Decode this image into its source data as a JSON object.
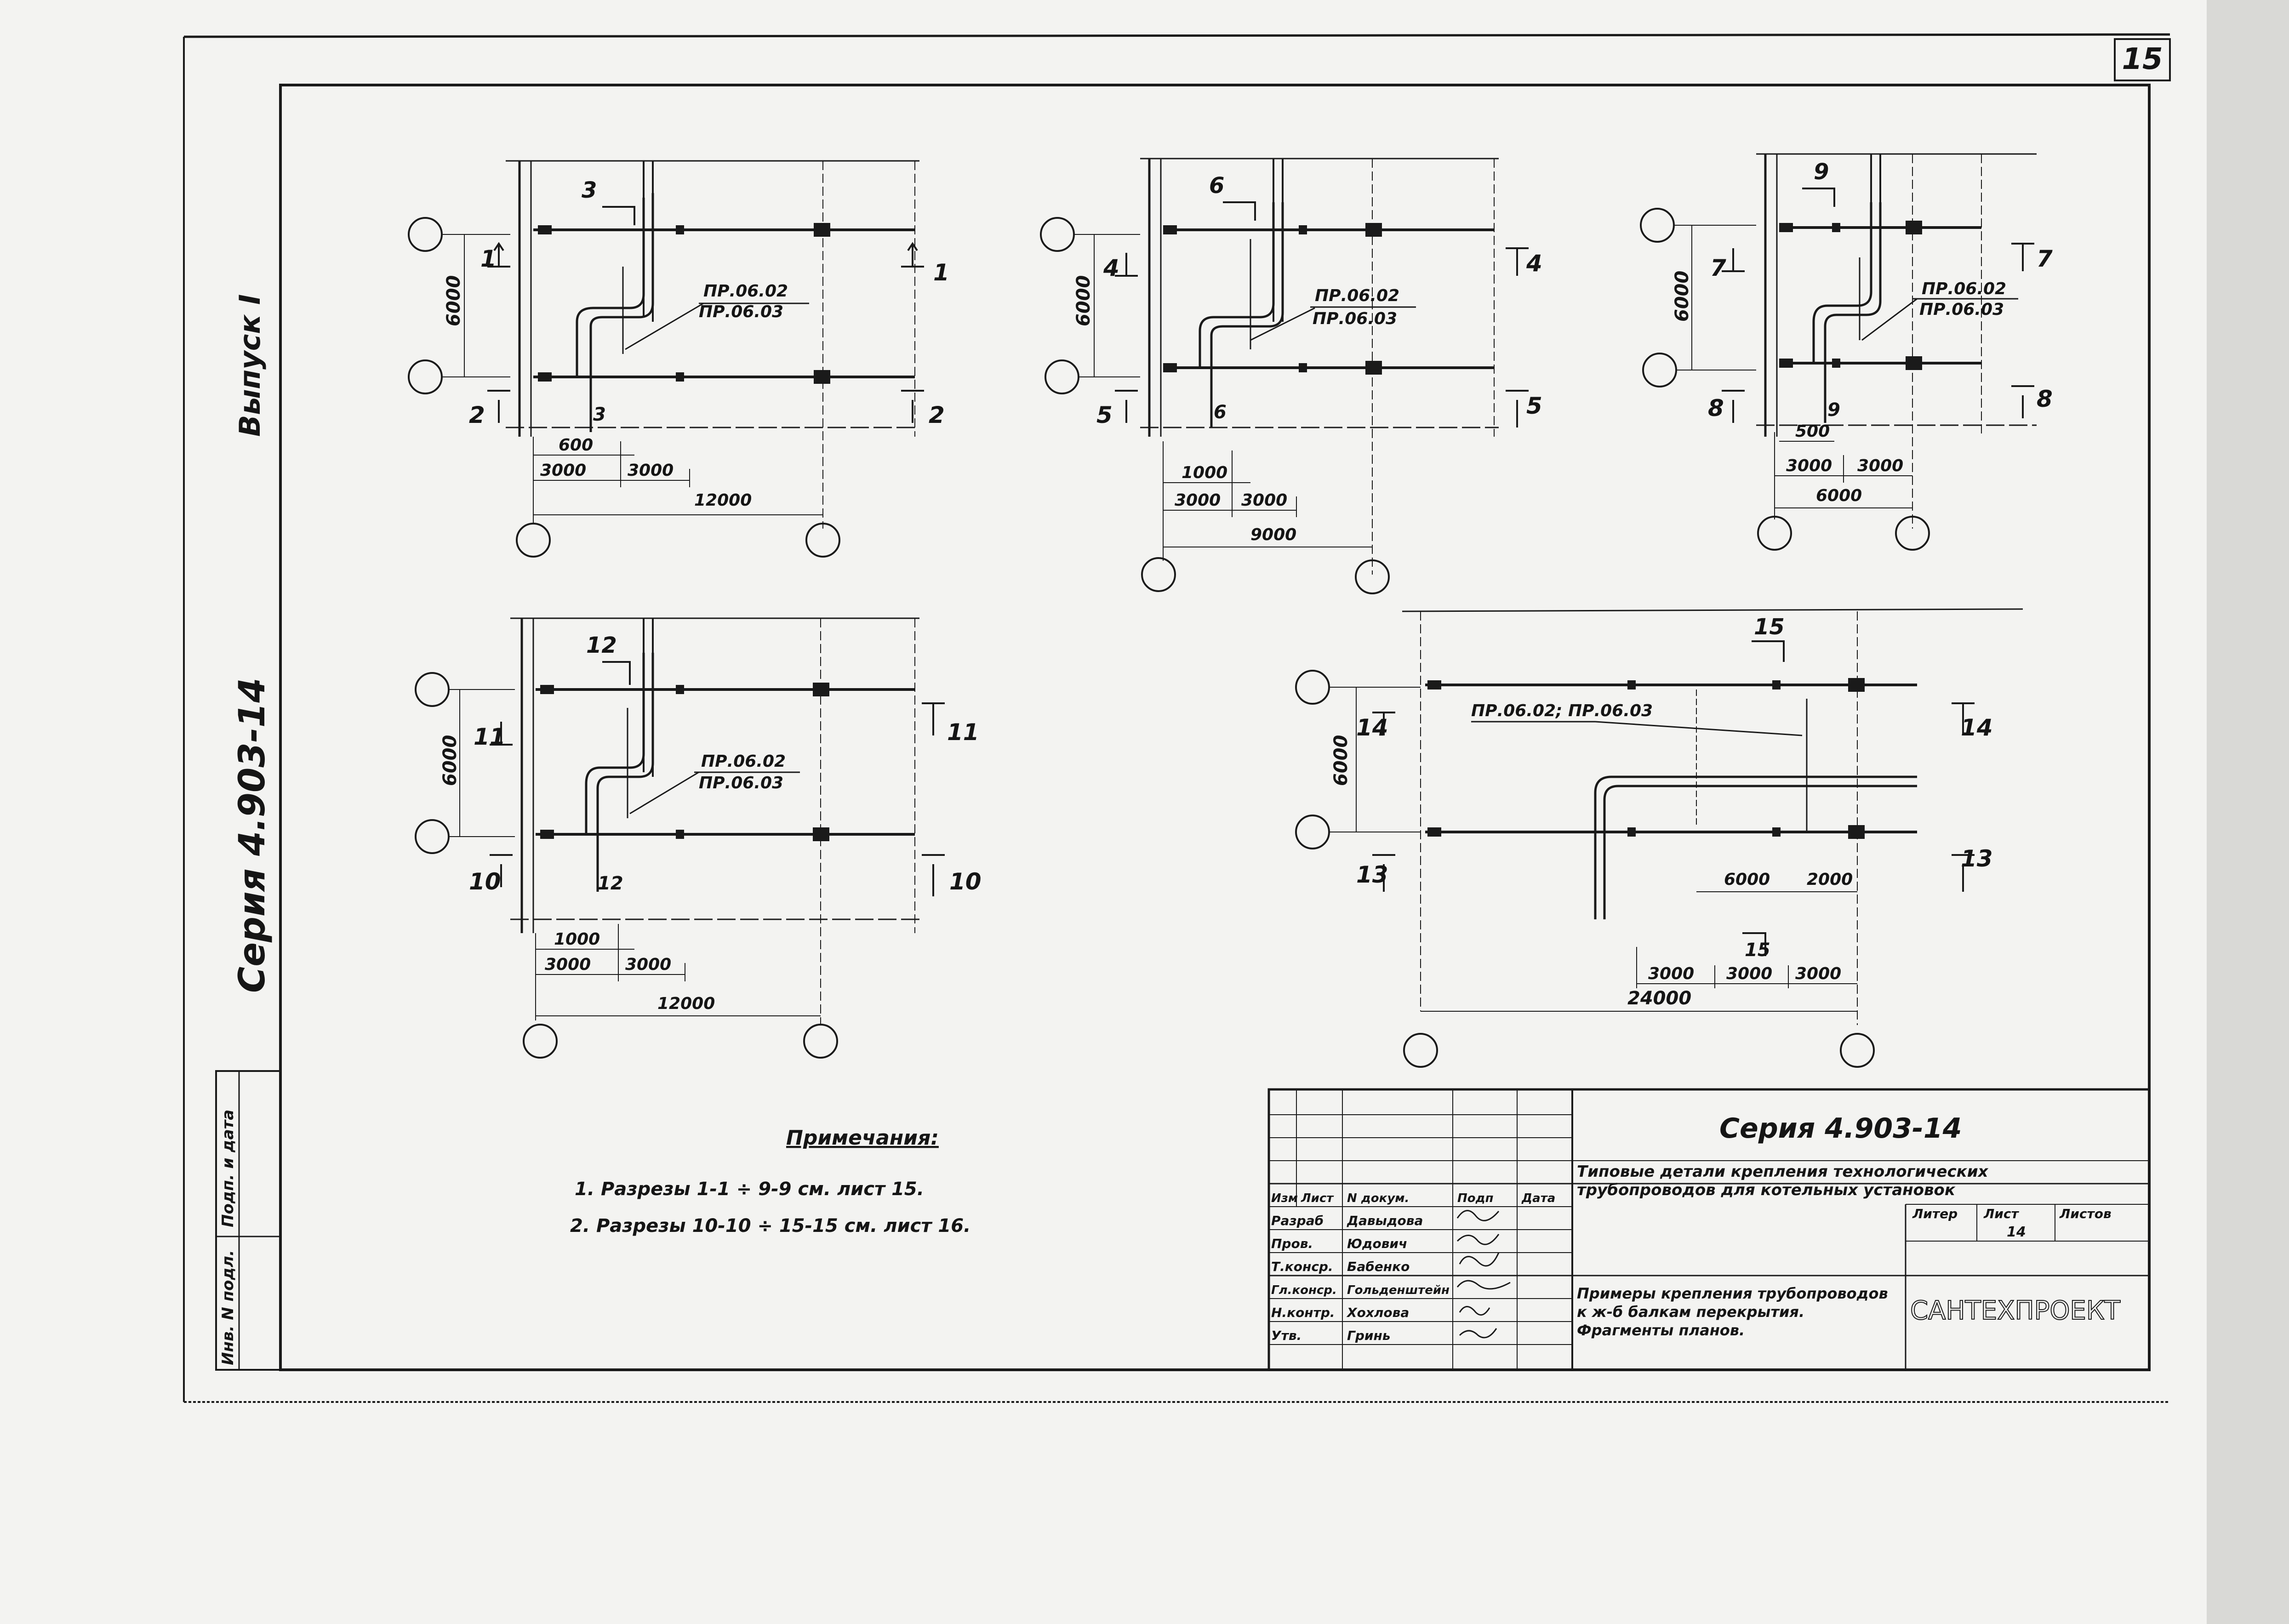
{
  "sheet": {
    "page_number": "15",
    "series_side": "Серия 4.903-14",
    "issue": "Выпуск I"
  },
  "fragments": {
    "f1": {
      "cut_top_left": "1",
      "cut_top_right": "1",
      "cut_bot_left": "2",
      "cut_bot_right": "2",
      "cut_pipe": "3",
      "cut_pipe_bot": "3",
      "ref1": "ПР.06.02",
      "ref2": "ПР.06.03",
      "dim_v": "6000",
      "dim_a": "600",
      "dim_b": "3000",
      "dim_c": "3000",
      "dim_total": "12000"
    },
    "f2": {
      "cut_top_left": "4",
      "cut_top_right": "4",
      "cut_bot_left": "5",
      "cut_bot_right": "5",
      "cut_pipe": "6",
      "cut_pipe_bot": "6",
      "ref1": "ПР.06.02",
      "ref2": "ПР.06.03",
      "dim_v": "6000",
      "dim_a": "1000",
      "dim_b": "3000",
      "dim_c": "3000",
      "dim_total": "9000"
    },
    "f3": {
      "cut_top_left": "7",
      "cut_top_right": "7",
      "cut_bot_left": "8",
      "cut_bot_right": "8",
      "cut_pipe": "9",
      "cut_pipe_bot": "9",
      "ref1": "ПР.06.02",
      "ref2": "ПР.06.03",
      "dim_v": "6000",
      "dim_a": "500",
      "dim_b": "3000",
      "dim_c": "3000",
      "dim_total": "6000"
    },
    "f4": {
      "cut_top_left": "11",
      "cut_top_right": "11",
      "cut_bot_left": "10",
      "cut_bot_right": "10",
      "cut_pipe": "12",
      "cut_pipe_bot": "12",
      "ref1": "ПР.06.02",
      "ref2": "ПР.06.03",
      "dim_v": "6000",
      "dim_a": "1000",
      "dim_b": "3000",
      "dim_c": "3000",
      "dim_total": "12000"
    },
    "f5": {
      "cut_top_left": "14",
      "cut_top_right": "14",
      "cut_bot_left": "13",
      "cut_bot_right": "13",
      "cut_pipe": "15",
      "cut_pipe_bot": "15",
      "ref": "ПР.06.02; ПР.06.03",
      "dim_v": "6000",
      "dim_a": "6000",
      "dim_b": "2000",
      "dim_c1": "3000",
      "dim_c2": "3000",
      "dim_c3": "3000",
      "dim_total": "24000"
    }
  },
  "notes": {
    "title": "Примечания:",
    "line1": "1. Разрезы 1-1 ÷ 9-9 см. лист 15.",
    "line2": "2. Разрезы 10-10 ÷ 15-15 см. лист 16."
  },
  "side_stamp": {
    "col1": "Инв. N подл.",
    "col2": "Подп. и дата"
  },
  "title_block": {
    "series": "Серия 4.903-14",
    "description_line1": "Типовые детали крепления технологических",
    "description_line2": "трубопроводов для котельных установок",
    "header": {
      "izm": "Изм",
      "list": "Лист",
      "ndoc": "N докум.",
      "sign": "Подп",
      "date": "Дата"
    },
    "rows": [
      {
        "role": "Разраб",
        "name": "Давыдова"
      },
      {
        "role": "Пров.",
        "name": "Юдович"
      },
      {
        "role": "Т.конср.",
        "name": "Бабенко"
      },
      {
        "role": "Гл.конср.",
        "name": "Гольденштейн"
      },
      {
        "role": "Н.контр.",
        "name": "Хохлова"
      },
      {
        "role": "Утв.",
        "name": "Гринь"
      }
    ],
    "stage_label": "Литер",
    "sheet_label": "Лист",
    "sheets_label": "Листов",
    "sheet_value": "14",
    "drawing_title_line1": "Примеры крепления трубопроводов",
    "drawing_title_line2": "к ж-б балкам перекрытия.",
    "drawing_title_line3": "Фрагменты планов.",
    "organization": "САНТЕХПРОЕКТ"
  }
}
